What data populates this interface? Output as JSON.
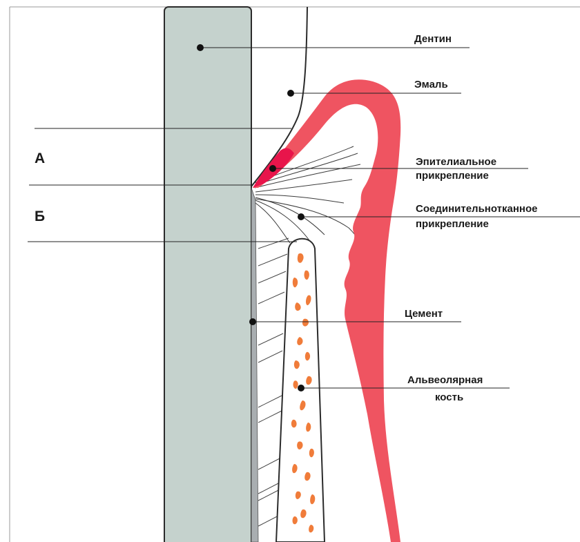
{
  "labels": {
    "dentin": "Дентин",
    "enamel": "Эмаль",
    "epithelial_line1": "Эпителиальное",
    "epithelial_line2": "прикрепление",
    "connective_line1": "Соединительнотканное",
    "connective_line2": "прикрепление",
    "cement": "Цемент",
    "bone_line1": "Альвеолярная",
    "bone_line2": "кость"
  },
  "zones": {
    "a": "А",
    "b": "Б"
  },
  "colors": {
    "dentin": "#c5d2cd",
    "gingiva": "#ef5461",
    "junctional_epithelium": "#e8154b",
    "bone_spots": "#f07c3a",
    "cement": "#a9aeb1",
    "outline": "#2a2a2a"
  }
}
